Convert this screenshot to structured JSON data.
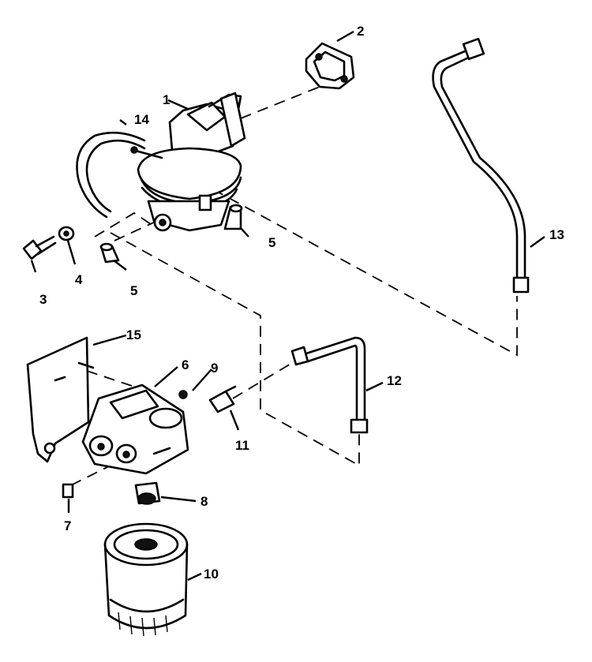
{
  "callouts": {
    "c1": "1",
    "c2": "2",
    "c3": "3",
    "c4": "4",
    "c5a": "5",
    "c5b": "5",
    "c6": "6",
    "c7": "7",
    "c8": "8",
    "c9": "9",
    "c10": "10",
    "c11": "11",
    "c12": "12",
    "c13": "13",
    "c14": "14",
    "c15": "15"
  },
  "colors": {
    "line": "#000000",
    "background": "#ffffff"
  }
}
